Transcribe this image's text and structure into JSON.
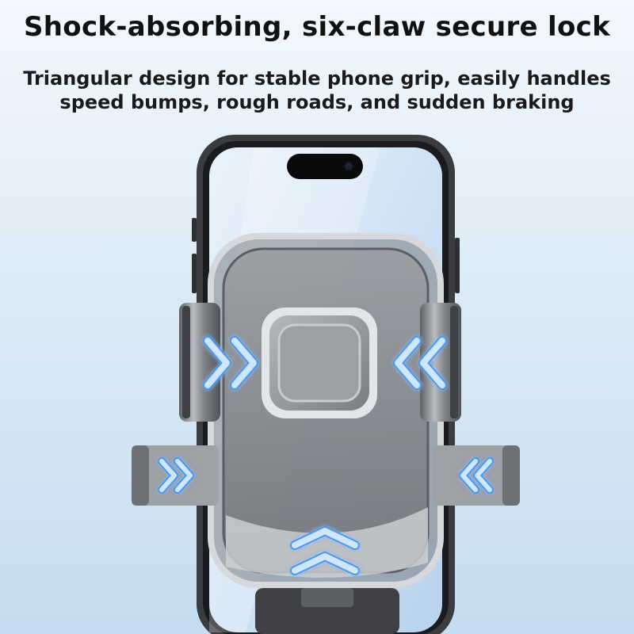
{
  "headline": "Shock-absorbing, six-claw secure lock",
  "subtitle_lines": [
    "Triangular design for stable phone grip, easily handles",
    "speed bumps, rough roads, and sudden braking"
  ],
  "illustration": {
    "subject": "phone held in car mount",
    "arrow_color": "#bfe0ff",
    "arrow_glow": "#3f8fe8",
    "frame_color": "#8a8d91"
  }
}
